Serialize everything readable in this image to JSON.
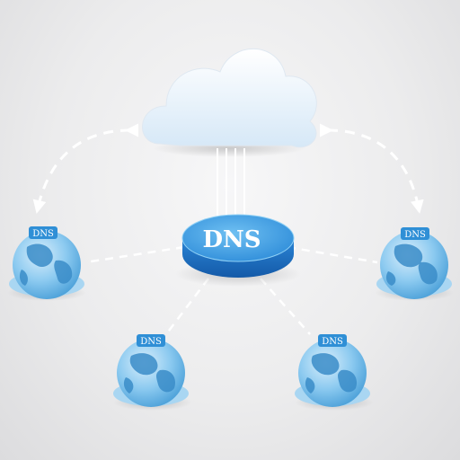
{
  "hub": {
    "label": "DNS"
  },
  "nodes": [
    {
      "label": "DNS"
    },
    {
      "label": "DNS"
    },
    {
      "label": "DNS"
    },
    {
      "label": "DNS"
    }
  ],
  "colors": {
    "hub_top": "#3aa0e0",
    "hub_side": "#1f6fc0",
    "globe_ocean": "#8ccaf0",
    "globe_land": "#3a8cc8",
    "cloud": "#e6f1fb",
    "connector": "#ffffff"
  }
}
